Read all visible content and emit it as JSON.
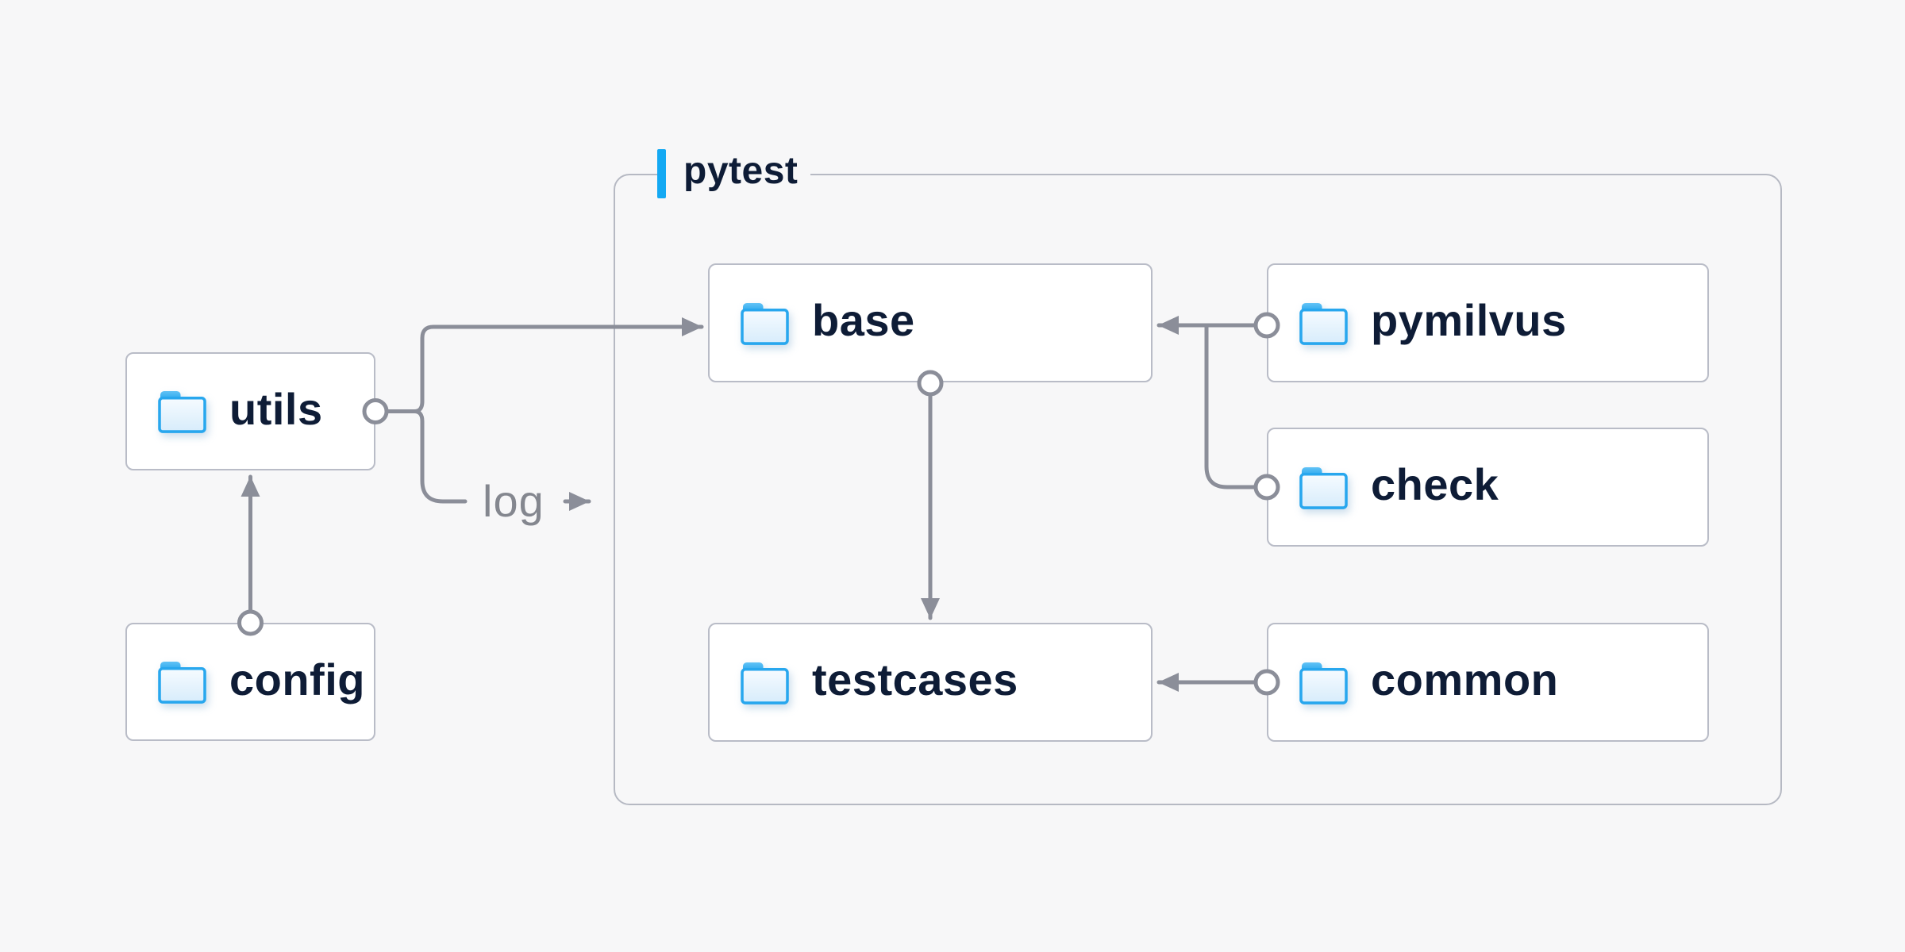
{
  "diagram": {
    "container": {
      "label": "pytest"
    },
    "nodes": [
      {
        "id": "utils",
        "label": "utils",
        "icon": "folder-icon"
      },
      {
        "id": "config",
        "label": "config",
        "icon": "folder-icon"
      },
      {
        "id": "base",
        "label": "base",
        "icon": "folder-icon"
      },
      {
        "id": "testcases",
        "label": "testcases",
        "icon": "folder-icon"
      },
      {
        "id": "pymilvus",
        "label": "pymilvus",
        "icon": "folder-icon"
      },
      {
        "id": "check",
        "label": "check",
        "icon": "folder-icon"
      },
      {
        "id": "common",
        "label": "common",
        "icon": "folder-icon"
      }
    ],
    "edges": [
      {
        "from": "config",
        "to": "utils",
        "type": "arrow"
      },
      {
        "from": "utils",
        "to": "base",
        "type": "arrow"
      },
      {
        "from": "utils",
        "to": "pytest",
        "type": "arrow",
        "label": "log"
      },
      {
        "from": "base",
        "to": "testcases",
        "type": "arrow"
      },
      {
        "from": "pymilvus",
        "to": "base",
        "type": "arrow"
      },
      {
        "from": "check",
        "to": "base",
        "type": "arrow"
      },
      {
        "from": "common",
        "to": "testcases",
        "type": "arrow"
      }
    ],
    "edge_label": "log"
  },
  "colors": {
    "background": "#f7f7f8",
    "node_fill": "#ffffff",
    "node_border": "#b9bcc7",
    "container_border": "#b6b9c3",
    "node_text": "#0e1c36",
    "connector": "#8b8e99",
    "edge_label_text": "#84878f",
    "accent_blue": "#14a9f3",
    "folder_blue": "#28a7ee"
  }
}
